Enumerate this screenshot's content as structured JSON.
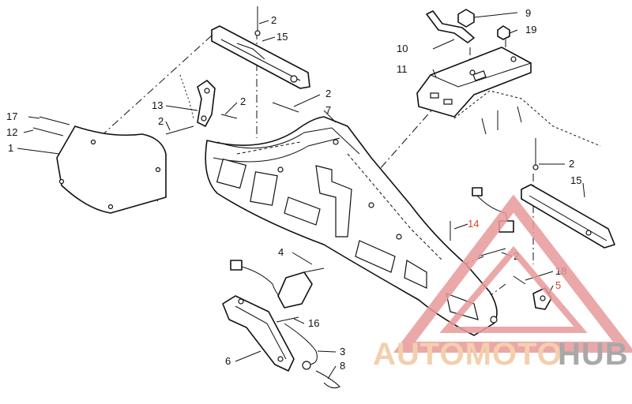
{
  "callouts": {
    "c2_top": "2",
    "c15_top": "15",
    "c9": "9",
    "c19": "19",
    "c10": "10",
    "c11": "11",
    "c17": "17",
    "c12": "12",
    "c1": "1",
    "c13": "13",
    "c2_left": "2",
    "c2_mid": "2",
    "c2_center": "2",
    "c7": "7",
    "c2_right": "2",
    "c15_right": "15",
    "c14": "14",
    "c2_lower": "2",
    "c4": "4",
    "c18": "18",
    "c5": "5",
    "c16": "16",
    "c3": "3",
    "c6": "6",
    "c8": "8"
  },
  "watermark": {
    "part1": "AUTOMOTO",
    "part2": "HUB",
    "color_accent": "#e8a0a0",
    "color_text": "#f2c7a0",
    "color_gray": "#9a9a9a"
  }
}
